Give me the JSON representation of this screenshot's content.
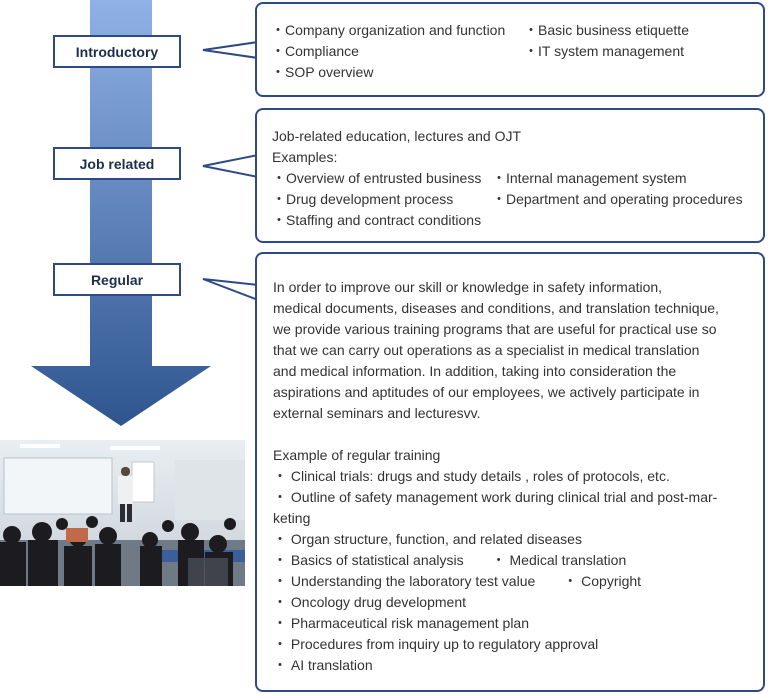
{
  "colors": {
    "border": "#2e4a86",
    "arrow_top": "#8fb1e6",
    "arrow_bottom": "#2f558f"
  },
  "stages": {
    "introductory": "Introductory",
    "job_related": "Job related",
    "regular": "Regular"
  },
  "introductory_box": {
    "col1": [
      "・Company organization and function",
      "・Compliance",
      "・SOP overview"
    ],
    "col2": [
      "・Basic business etiquette",
      "・IT system management"
    ]
  },
  "job_box": {
    "intro": "Job-related education, lectures and OJT",
    "examples_label": "Examples:",
    "rows": [
      [
        "・Overview of entrusted business",
        "・Internal management system"
      ],
      [
        "・Drug development process",
        "・Department and operating procedures"
      ],
      [
        "・Staffing and contract conditions",
        ""
      ]
    ]
  },
  "regular_box": {
    "lines": [
      "In order to improve our skill or knowledge in safety information,",
      "medical documents, diseases and conditions, and translation technique,",
      "we provide various training programs that are useful for practical use so",
      "that we can carry out operations as a specialist in medical translation",
      "and medical information. In addition, taking into consideration the",
      "aspirations and aptitudes of our employees, we actively participate in",
      "external seminars and lecturesvv."
    ],
    "example_title": "Example of regular training",
    "items": [
      "・ Clinical trials: drugs and study details , roles of protocols, etc.",
      "・ Outline of safety management work during clinical trial and post-mar-",
      "keting",
      "・ Organ structure, function, and related diseases",
      "・ Basics of statistical analysis　　・ Medical translation",
      "・ Understanding the laboratory test value　　・ Copyright",
      "・ Oncology drug development",
      "・ Pharmaceutical risk management plan",
      "・ Procedures from inquiry up to regulatory approval",
      "・ AI translation"
    ]
  }
}
